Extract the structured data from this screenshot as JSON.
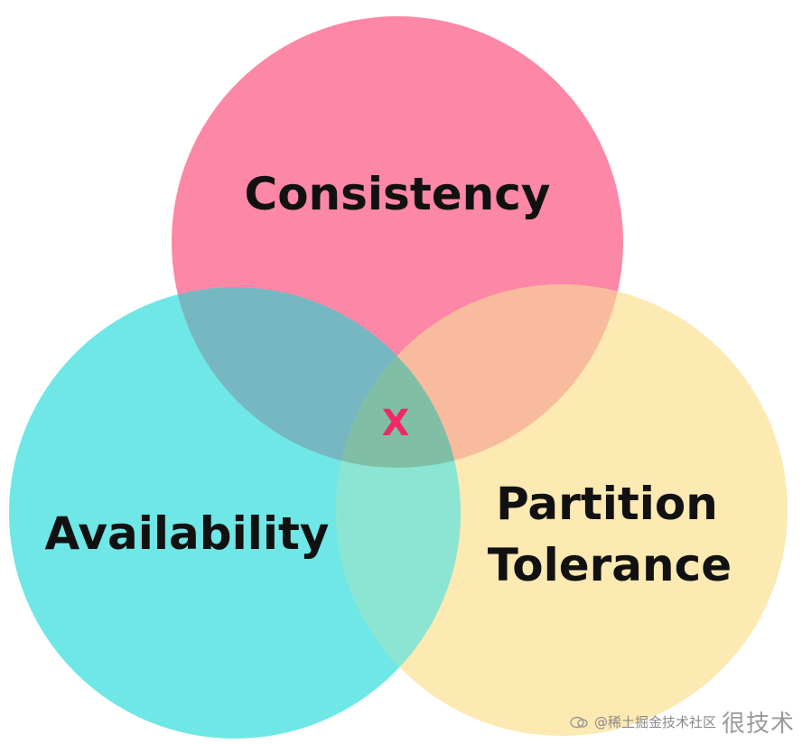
{
  "diagram": {
    "circles": [
      {
        "id": "consistency",
        "label": "Consistency",
        "color": "#fd87a6"
      },
      {
        "id": "availability",
        "label": "Availability",
        "color": "#6fe7e6"
      },
      {
        "id": "partition",
        "label_lines": [
          "Partition",
          "Tolerance"
        ],
        "color": "#fde9b2"
      }
    ],
    "overlaps": {
      "consistency_availability": "#76b7c2",
      "consistency_partition": "#f9bb9e",
      "availability_partition": "#8be5d2",
      "center": "#80bea5"
    },
    "center_mark": {
      "text": "X",
      "color": "#f0286a"
    }
  },
  "watermark": {
    "text": "@稀土掘金技术社区",
    "overlay_text": "很技术"
  }
}
